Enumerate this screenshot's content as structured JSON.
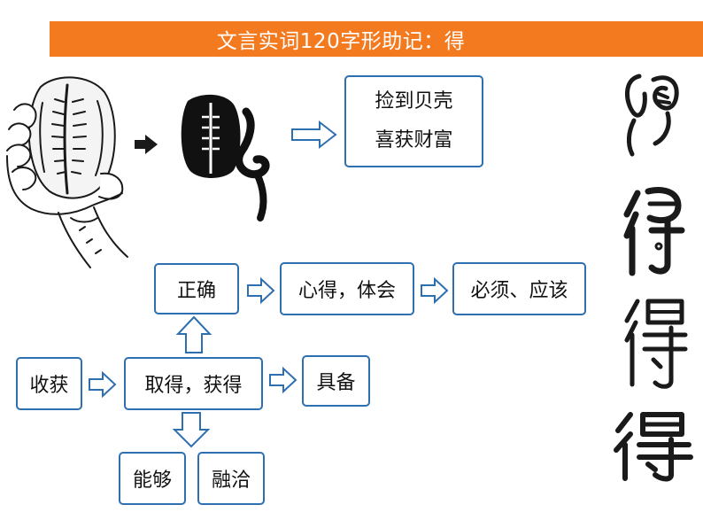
{
  "title": "文言实词120字形助记：得",
  "origin": {
    "line1": "捡到贝壳",
    "line2": "喜获财富"
  },
  "meanings": {
    "shouhuo": "收获",
    "qude": "取得，获得",
    "zhengque": "正确",
    "xinde": "心得，体会",
    "bixu": "必须、应该",
    "jubei": "具备",
    "nenggou": "能够",
    "rongqia": "融洽"
  },
  "icons": {
    "hand_shell": "hand-holding-shell-illustration",
    "pictograph": "shell-and-hand-pictograph",
    "forms": [
      "oracle-bone-form",
      "bronze-form",
      "seal-form",
      "clerical-form"
    ]
  },
  "colors": {
    "title_bar": "#f47a20",
    "box_border": "#2e6fb0",
    "text": "#111111"
  }
}
